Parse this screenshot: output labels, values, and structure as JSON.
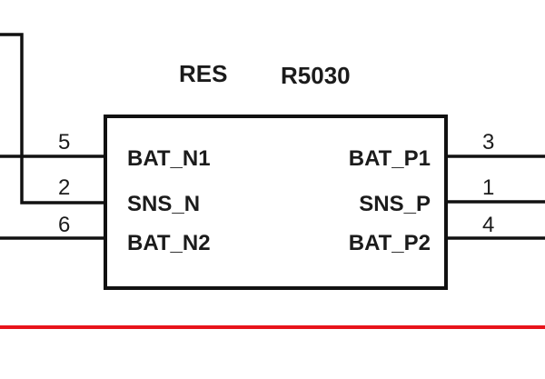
{
  "component": {
    "type_label": "RES",
    "ref_label": "R5030"
  },
  "pins_left": [
    {
      "number": "5",
      "name": "BAT_N1"
    },
    {
      "number": "2",
      "name": "SNS_N"
    },
    {
      "number": "6",
      "name": "BAT_N2"
    }
  ],
  "pins_right": [
    {
      "number": "3",
      "name": "BAT_P1"
    },
    {
      "number": "1",
      "name": "SNS_P"
    },
    {
      "number": "4",
      "name": "BAT_P2"
    }
  ],
  "colors": {
    "wire": "#111111",
    "bus_line": "#e8141b",
    "background": "#ffffff"
  }
}
